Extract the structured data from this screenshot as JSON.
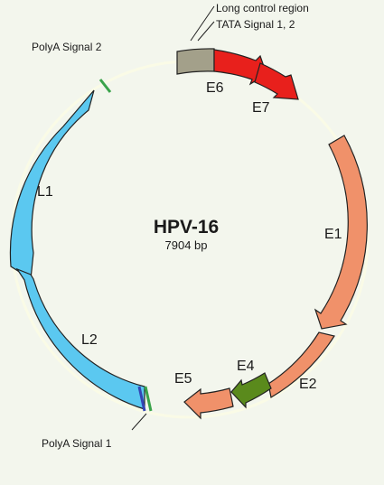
{
  "genome": {
    "name": "HPV-16",
    "length": "7904 bp"
  },
  "genes": [
    {
      "id": "E6",
      "label": "E6",
      "color": "#e8201c"
    },
    {
      "id": "E7",
      "label": "E7",
      "color": "#e8201c"
    },
    {
      "id": "E1",
      "label": "E1",
      "color": "#f0916a"
    },
    {
      "id": "E2",
      "label": "E2",
      "color": "#f0916a"
    },
    {
      "id": "E4",
      "label": "E4",
      "color": "#5a8a1c"
    },
    {
      "id": "E5",
      "label": "E5",
      "color": "#f0916a"
    },
    {
      "id": "L2",
      "label": "L2",
      "color": "#5bc8f0"
    },
    {
      "id": "L1",
      "label": "L1",
      "color": "#5bc8f0"
    }
  ],
  "regions": {
    "lcr": {
      "color": "#a3a08a"
    }
  },
  "annotations": {
    "lcr": "Long control region",
    "tata": "TATA Signal 1, 2",
    "polya2": "PolyA Signal 2",
    "polya1": "PolyA Signal 1"
  },
  "colors": {
    "background": "#f3f6ed",
    "backbone": "#fafbe6",
    "outline": "#222222",
    "polya_green": "#3aa34a",
    "polya_blue": "#3345b5"
  }
}
